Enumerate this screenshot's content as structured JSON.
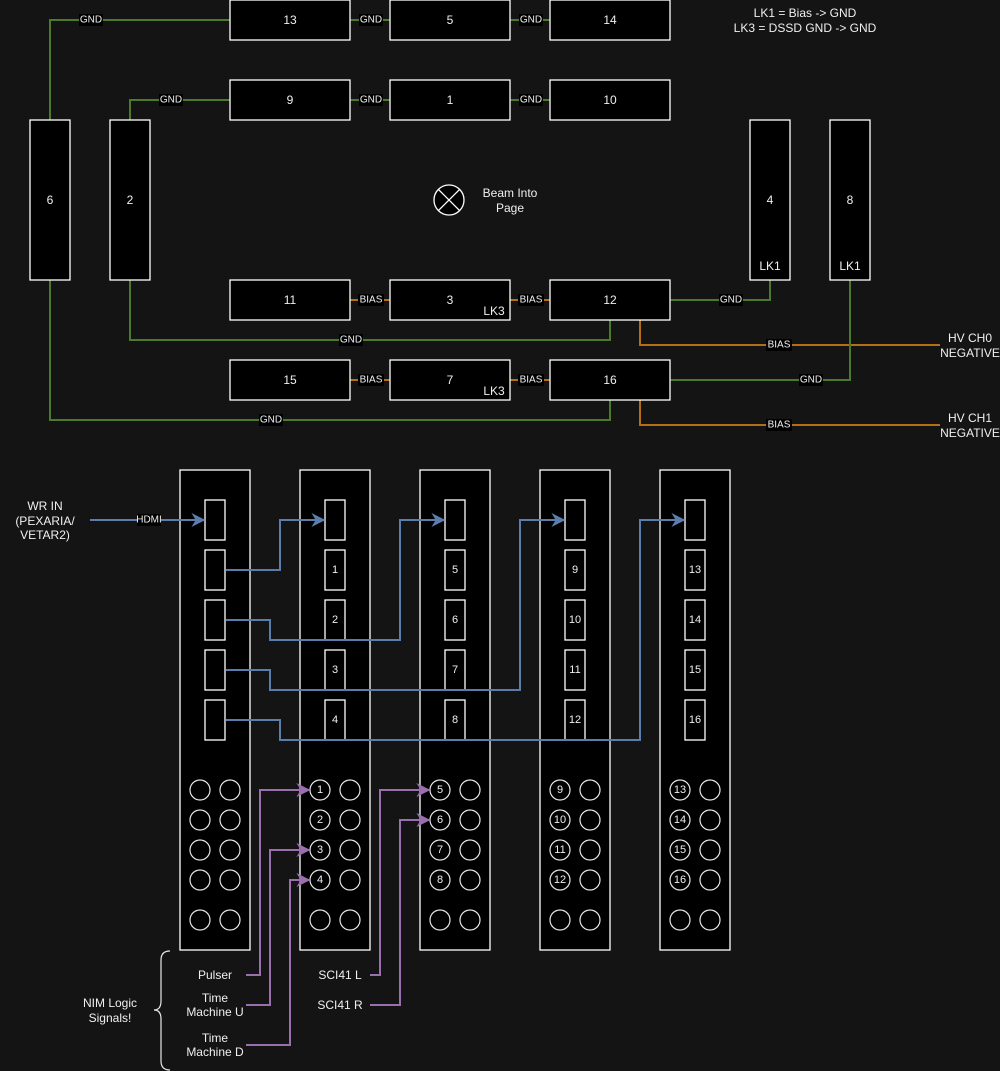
{
  "legend": {
    "line1": "LK1 = Bias -> GND",
    "line2": "LK3 = DSSD GND -> GND"
  },
  "beam": {
    "icon": "beam-into-page-icon",
    "line1": "Beam Into",
    "line2": "Page"
  },
  "detectors": {
    "top_row1": [
      "13",
      "5",
      "14"
    ],
    "top_row2": [
      "9",
      "1",
      "10"
    ],
    "left_vertical": [
      "6",
      "2"
    ],
    "right_vertical": [
      {
        "label": "4",
        "link": "LK1"
      },
      {
        "label": "8",
        "link": "LK1"
      }
    ],
    "bottom_row1": [
      {
        "label": "11",
        "link": ""
      },
      {
        "label": "3",
        "link": "LK3"
      },
      {
        "label": "12",
        "link": ""
      }
    ],
    "bottom_row2": [
      {
        "label": "15",
        "link": ""
      },
      {
        "label": "7",
        "link": "LK3"
      },
      {
        "label": "16",
        "link": ""
      }
    ]
  },
  "wire_labels": {
    "gnd": "GND",
    "bias": "BIAS",
    "hdmi": "HDMI"
  },
  "hv": {
    "ch0_line1": "HV CH0",
    "ch0_line2": "NEGATIVE",
    "ch1_line1": "HV CH1",
    "ch1_line2": "NEGATIVE"
  },
  "wr_in": {
    "line1": "WR IN",
    "line2": "(PEXARIA/",
    "line3": "VETAR2)"
  },
  "modules": [
    {
      "ports": [
        "",
        "",
        "",
        "",
        ""
      ],
      "circles": [
        "",
        "",
        "",
        ""
      ]
    },
    {
      "ports": [
        "",
        "1",
        "2",
        "3",
        "4"
      ],
      "circles": [
        "1",
        "2",
        "3",
        "4"
      ]
    },
    {
      "ports": [
        "",
        "5",
        "6",
        "7",
        "8"
      ],
      "circles": [
        "5",
        "6",
        "7",
        "8"
      ]
    },
    {
      "ports": [
        "",
        "9",
        "10",
        "11",
        "12"
      ],
      "circles": [
        "9",
        "10",
        "11",
        "12"
      ]
    },
    {
      "ports": [
        "",
        "13",
        "14",
        "15",
        "16"
      ],
      "circles": [
        "13",
        "14",
        "15",
        "16"
      ]
    }
  ],
  "nim": {
    "group_line1": "NIM Logic",
    "group_line2": "Signals!",
    "pulser": "Pulser",
    "tmu_line1": "Time",
    "tmu_line2": "Machine U",
    "tmd_line1": "Time",
    "tmd_line2": "Machine D",
    "sci_l": "SCI41 L",
    "sci_r": "SCI41 R"
  },
  "colors": {
    "gnd_wire": "#4a7a2a",
    "bias_wire": "#b46e14",
    "hdmi_wire": "#5b7dab",
    "nim_wire": "#9a6fae",
    "background": "#141414"
  }
}
